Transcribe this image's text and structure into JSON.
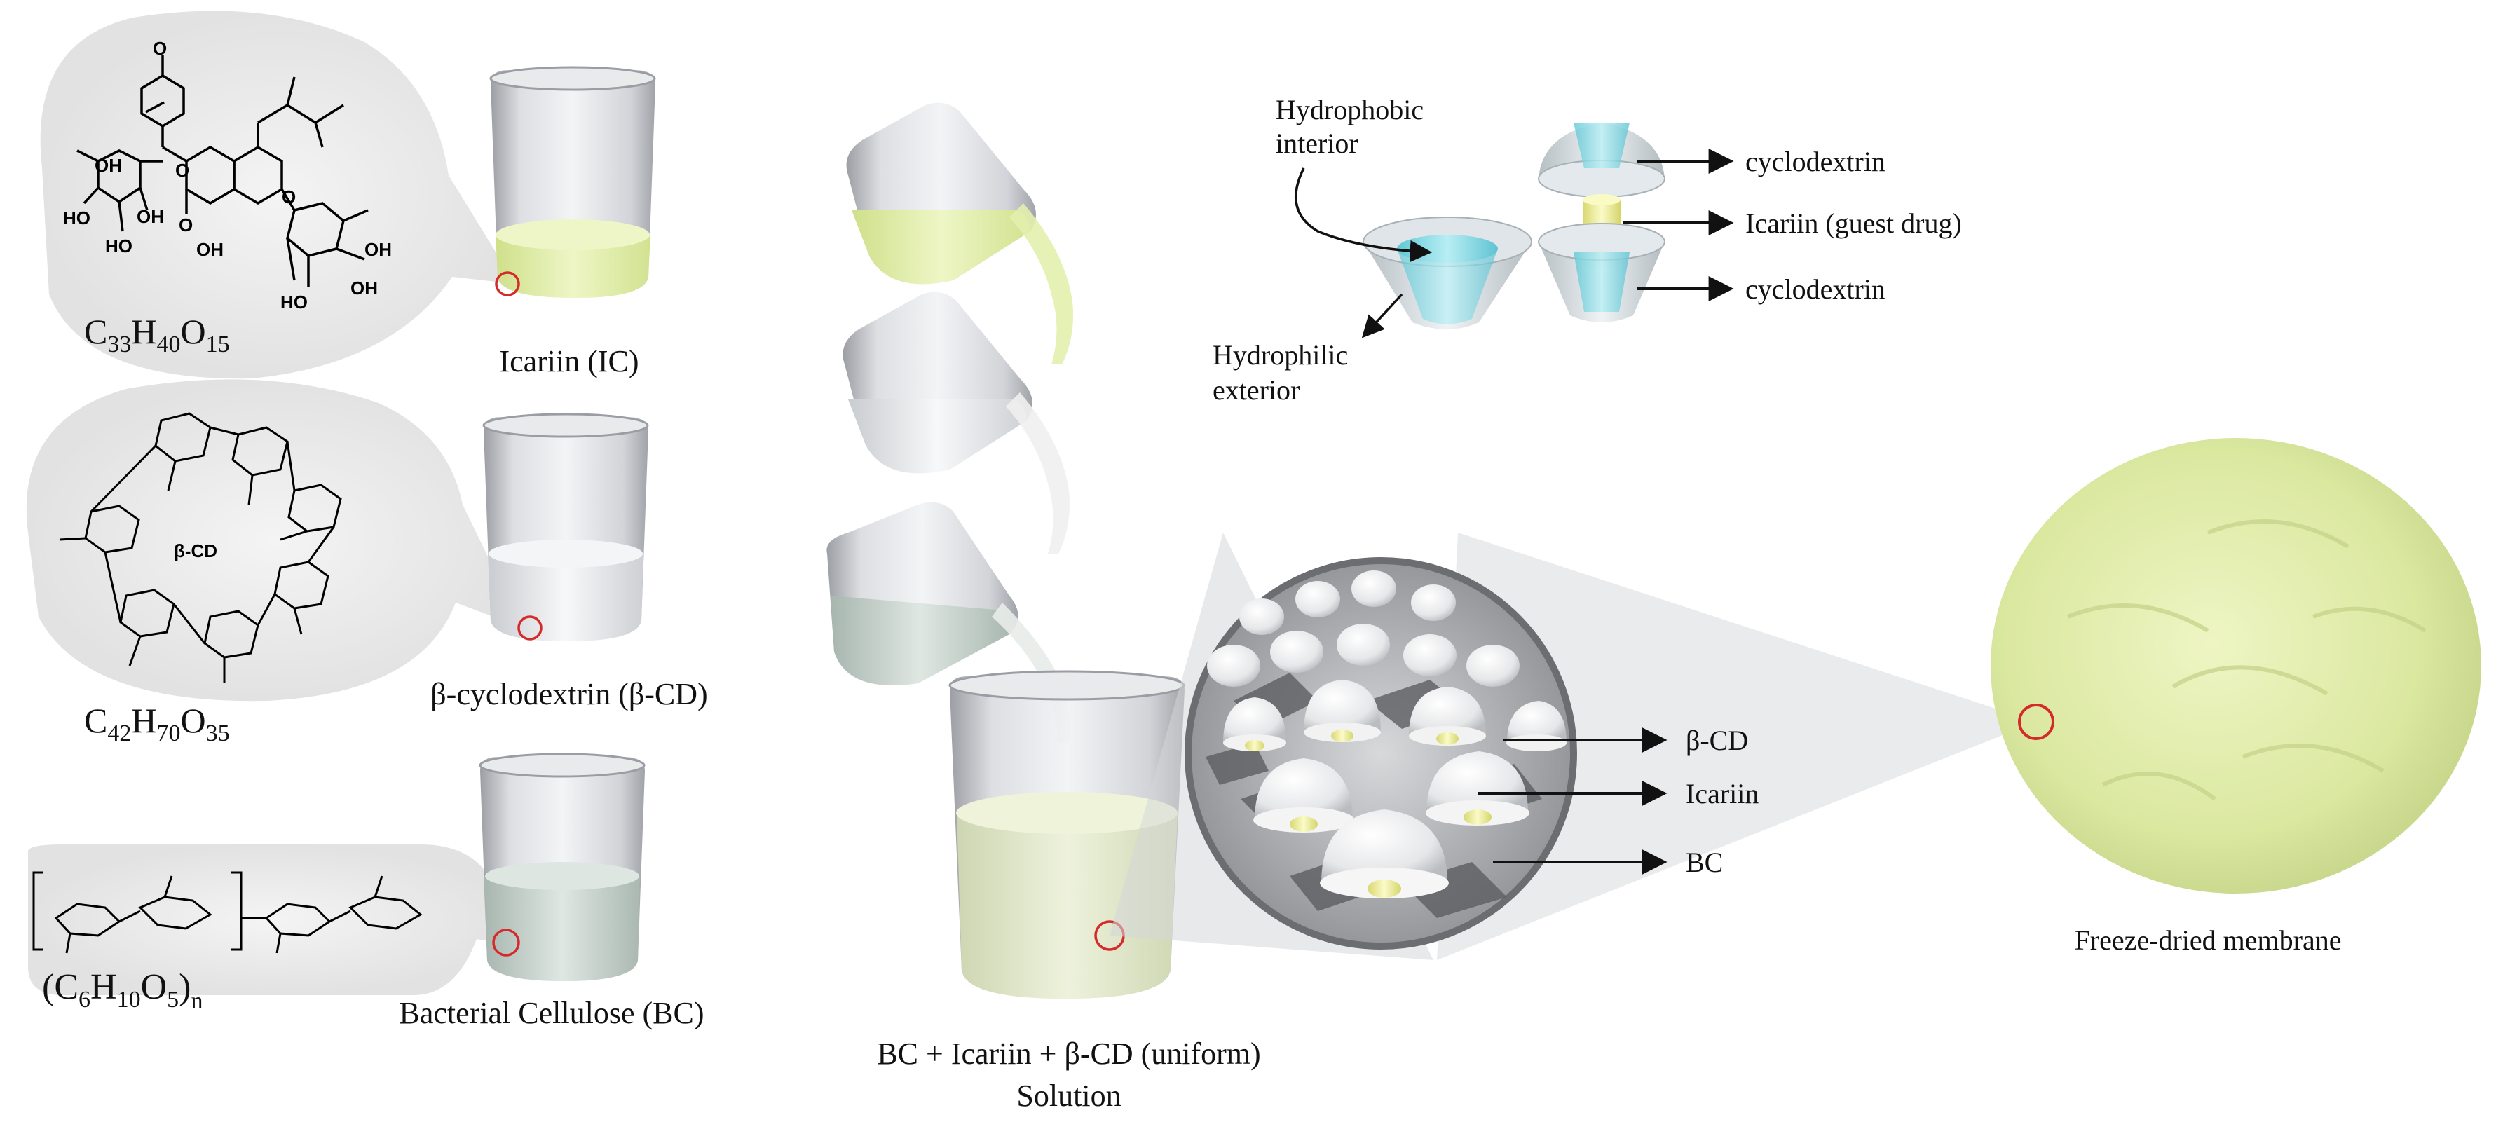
{
  "molecules": {
    "icariin": {
      "formula": {
        "C": "C",
        "n1": "33",
        "H": "H",
        "n2": "40",
        "O": "O",
        "n3": "15"
      },
      "label": "Icariin (IC)"
    },
    "bcd": {
      "center": "β-CD",
      "formula": {
        "C": "C",
        "n1": "42",
        "H": "H",
        "n2": "70",
        "O": "O",
        "n3": "35"
      },
      "label": "β-cyclodextrin (β-CD)"
    },
    "bc": {
      "formula": {
        "open": "(C",
        "n1": "6",
        "H": "H",
        "n2": "10",
        "O": "O",
        "n3": "5",
        "close": ")",
        "sub": "n"
      },
      "label": "Bacterial Cellulose (BC)"
    }
  },
  "atoms": {
    "OH": "OH",
    "HO": "HO",
    "O": "O"
  },
  "colors": {
    "icariin_liquid": "#e6f2b4",
    "cavity": "#86dbe6",
    "guest": "#f2f29a",
    "membrane": "#dbe89f",
    "highlight": "#d42a2a"
  },
  "complex": {
    "hydrophobic": "Hydrophobic\ninterior",
    "hydrophobic_l1": "Hydrophobic",
    "hydrophobic_l2": "interior",
    "hydrophilic_l1": "Hydrophilic",
    "hydrophilic_l2": "exterior",
    "cd_top": "cyclodextrin",
    "guest": "Icariin (guest drug)",
    "cd_bottom": "cyclodextrin"
  },
  "zoom": {
    "bcd": "β-CD",
    "icariin": "Icariin",
    "bc": "BC"
  },
  "solution": {
    "line1": "BC + Icariin + β-CD (uniform)",
    "line2": "Solution"
  },
  "membrane": {
    "label": "Freeze-dried membrane"
  }
}
